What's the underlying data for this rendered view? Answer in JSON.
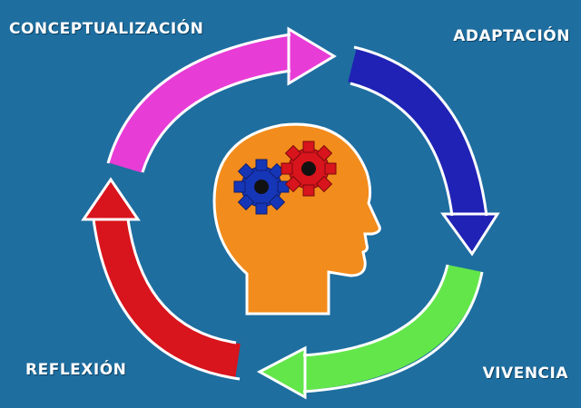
{
  "labels": {
    "conceptualizacion": "CONCEPTUALIZACIÓN",
    "adaptacion": "ADAPTACIÓN",
    "vivencia": "VIVENCIA",
    "reflexion": "REFLEXIÓN"
  },
  "colors": {
    "background": "#1e6ea0",
    "arrow_conceptualizacion": "#e83cd6",
    "arrow_adaptacion": "#1f22b4",
    "arrow_vivencia": "#63e64a",
    "arrow_reflexion": "#d8141c",
    "head": "#f28c1c",
    "gear_blue": "#1636b8",
    "gear_red": "#d8141c"
  },
  "icons": [
    "head-icon",
    "gear-icon",
    "cycle-arrow-icon"
  ]
}
